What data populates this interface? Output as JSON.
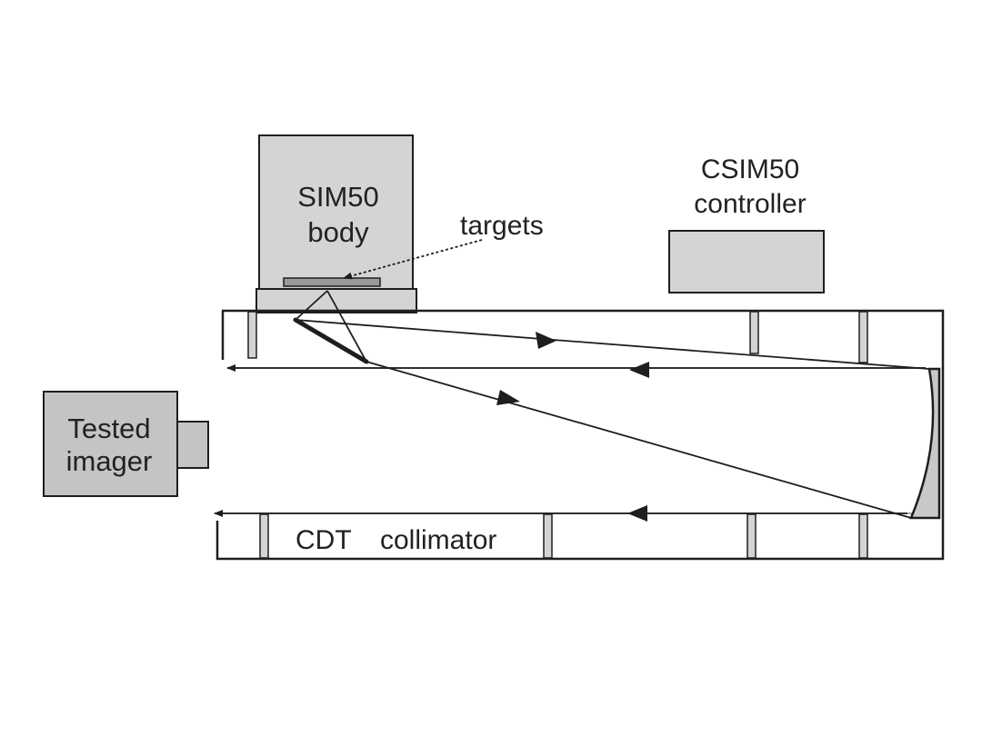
{
  "labels": {
    "sim50_body_line1": "SIM50",
    "sim50_body_line2": "body",
    "targets": "targets",
    "csim50_controller_line1": "CSIM50",
    "csim50_controller_line2": "controller",
    "tested_imager_line1": "Tested",
    "tested_imager_line2": "imager",
    "cdt": "CDT",
    "collimator": "collimator"
  },
  "colors": {
    "box_fill": "#d4d4d4",
    "stroke": "#1e1e1e",
    "rail": "#a8a8a8",
    "text": "#222222"
  }
}
